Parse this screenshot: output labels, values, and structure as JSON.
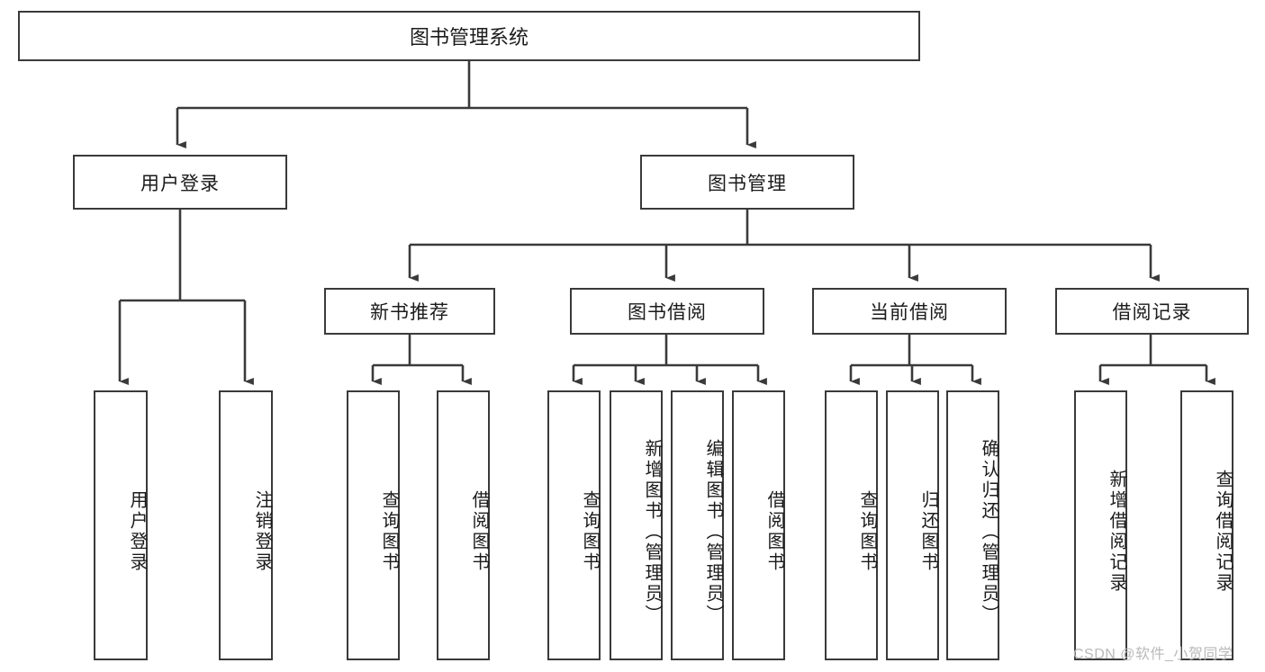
{
  "diagram": {
    "title": "图书管理系统",
    "type": "tree-hierarchy-diagram",
    "colors": {
      "box_border": "#3a3a3a",
      "box_fill": "#ffffff",
      "line": "#3a3a3a",
      "text": "#1b1b1b",
      "watermark": "#b9b9b9"
    },
    "root": {
      "label": "图书管理系统"
    },
    "level2": [
      {
        "label": "用户登录"
      },
      {
        "label": "图书管理"
      }
    ],
    "level3": [
      {
        "label": "新书推荐"
      },
      {
        "label": "图书借阅"
      },
      {
        "label": "当前借阅"
      },
      {
        "label": "借阅记录"
      }
    ],
    "leaves": {
      "user_login": [
        {
          "label": "用户登录"
        },
        {
          "label": "注销登录"
        }
      ],
      "new_book_recommend": [
        {
          "label": "查询图书"
        },
        {
          "label": "借阅图书"
        }
      ],
      "book_borrow": [
        {
          "label": "查询图书"
        },
        {
          "label": "新增图书（管理员）"
        },
        {
          "label": "编辑图书（管理员）"
        },
        {
          "label": "借阅图书"
        }
      ],
      "current_borrow": [
        {
          "label": "查询图书"
        },
        {
          "label": "归还图书"
        },
        {
          "label": "确认归还（管理员）"
        }
      ],
      "borrow_record": [
        {
          "label": "新增借阅记录"
        },
        {
          "label": "查询借阅记录"
        }
      ]
    }
  },
  "watermark": {
    "text": "CSDN @软件_小贺同学"
  }
}
